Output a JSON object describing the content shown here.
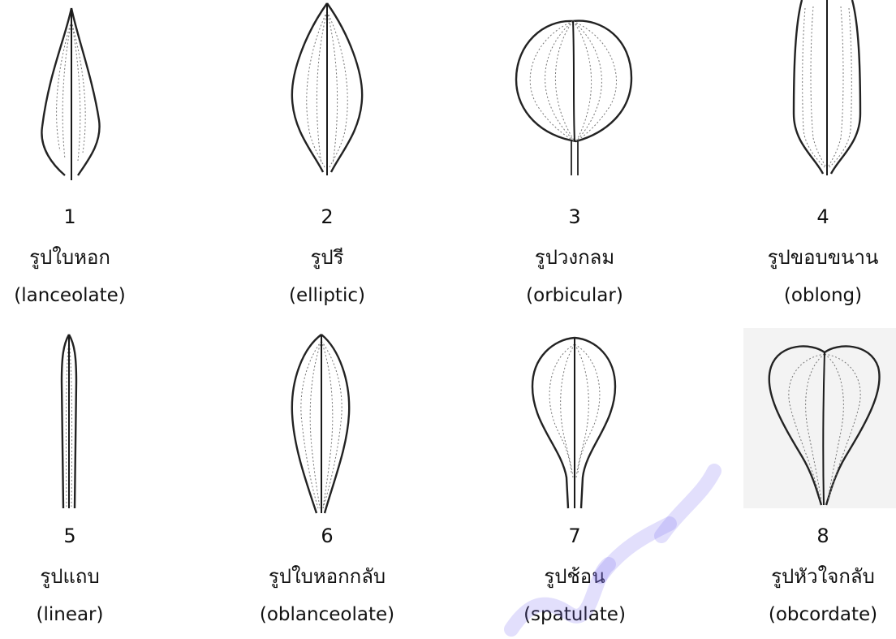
{
  "leaves": [
    {
      "number": "1",
      "thai": "รูปใบหอก",
      "english": "(lanceolate)"
    },
    {
      "number": "2",
      "thai": "รูปรี",
      "english": "(elliptic)"
    },
    {
      "number": "3",
      "thai": "รูปวงกลม",
      "english": "(orbicular)"
    },
    {
      "number": "4",
      "thai": "รูปขอบขนาน",
      "english": "(oblong)"
    },
    {
      "number": "5",
      "thai": "รูปแถบ",
      "english": "(linear)"
    },
    {
      "number": "6",
      "thai": "รูปใบหอกกลับ",
      "english": "(oblanceolate)"
    },
    {
      "number": "7",
      "thai": "รูปช้อน",
      "english": "(spatulate)"
    },
    {
      "number": "8",
      "thai": "รูปหัวใจกลับ",
      "english": "(obcordate)"
    }
  ],
  "icons": {
    "leaf_1": "lanceolate-leaf-icon",
    "leaf_2": "elliptic-leaf-icon",
    "leaf_3": "orbicular-leaf-icon",
    "leaf_4": "oblong-leaf-icon",
    "leaf_5": "linear-leaf-icon",
    "leaf_6": "oblanceolate-leaf-icon",
    "leaf_7": "spatulate-leaf-icon",
    "leaf_8": "obcordate-leaf-icon"
  },
  "colors": {
    "outline": "#222222",
    "vein": "#777777",
    "watermark": "#7b6cf2"
  }
}
